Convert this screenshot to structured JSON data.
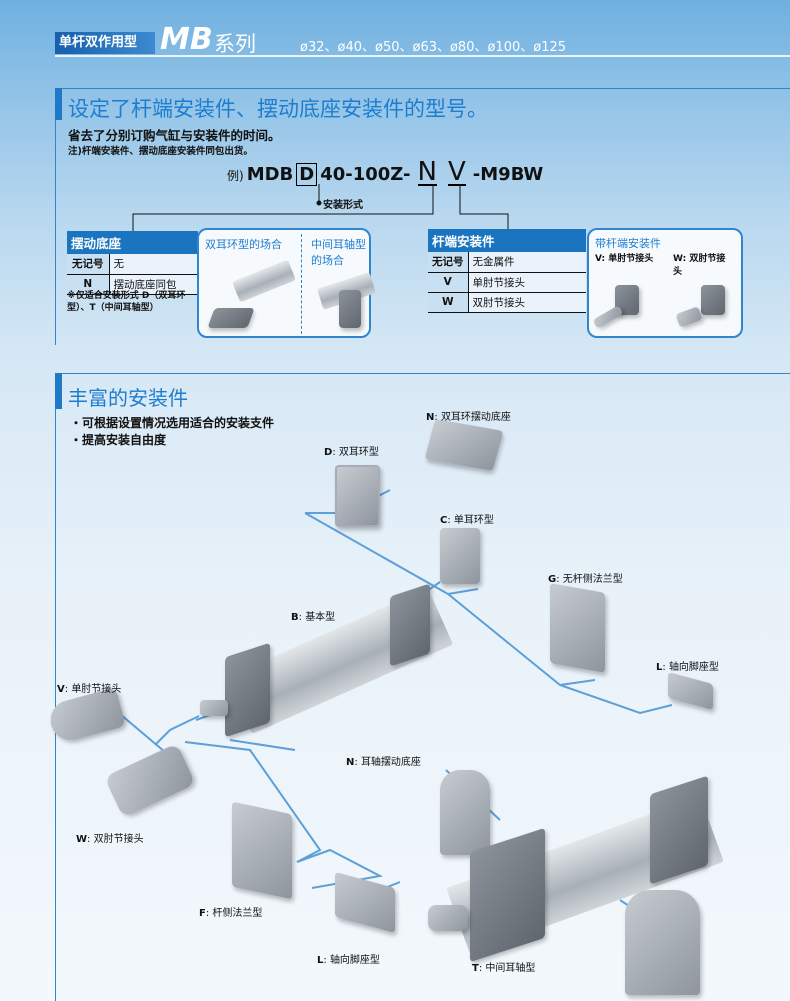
{
  "header": {
    "tag": "单杆双作用型",
    "series_code": "MB",
    "series_word": "系列",
    "bore_sizes": "ø32、ø40、ø50、ø63、ø80、ø100、ø125"
  },
  "section1": {
    "title": "设定了杆端安装件、摆动底座安装件的型号。",
    "subtitle": "省去了分别订购气缸与安装件的时间。",
    "note": "注)杆端安装件、摆动底座安装件同包出货。",
    "model": {
      "prefix": "例)",
      "part1": "MDB",
      "mount": "D",
      "part2": "40-100Z-",
      "pivot": "N",
      "rod": "V",
      "suffix": "-M9BW",
      "mount_label": "安装形式"
    },
    "pivot_table": {
      "title": "摆动底座",
      "rows": [
        {
          "code": "无记号",
          "desc": "无"
        },
        {
          "code": "N",
          "desc": "摆动底座同包"
        }
      ],
      "footnote": "※仅适合安装形式 D（双耳环型）、T（中间耳轴型）"
    },
    "pivot_pics": {
      "left": "双耳环型的场合",
      "right": "中间耳轴型的场合"
    },
    "rod_table": {
      "title": "杆端安装件",
      "rows": [
        {
          "code": "无记号",
          "desc": "无金属件"
        },
        {
          "code": "V",
          "desc": "单肘节接头"
        },
        {
          "code": "W",
          "desc": "双肘节接头"
        }
      ]
    },
    "rod_pics": {
      "title": "带杆端安装件",
      "v": "V: 单肘节接头",
      "w": "W: 双肘节接头"
    }
  },
  "section2": {
    "title": "丰富的安装件",
    "bullets": [
      "可根据设置情况选用适合的安装支件",
      "提高安装自由度"
    ],
    "parts": [
      {
        "code": "N",
        "name": "双耳环摆动底座"
      },
      {
        "code": "D",
        "name": "双耳环型"
      },
      {
        "code": "C",
        "name": "单耳环型"
      },
      {
        "code": "G",
        "name": "无杆侧法兰型"
      },
      {
        "code": "B",
        "name": "基本型"
      },
      {
        "code": "L",
        "name": "轴向脚座型"
      },
      {
        "code": "V",
        "name": "单肘节接头"
      },
      {
        "code": "W",
        "name": "双肘节接头"
      },
      {
        "code": "N",
        "name": "耳轴摆动底座"
      },
      {
        "code": "F",
        "name": "杆侧法兰型"
      },
      {
        "code": "L",
        "name": "轴向脚座型"
      },
      {
        "code": "T",
        "name": "中间耳轴型"
      }
    ]
  }
}
